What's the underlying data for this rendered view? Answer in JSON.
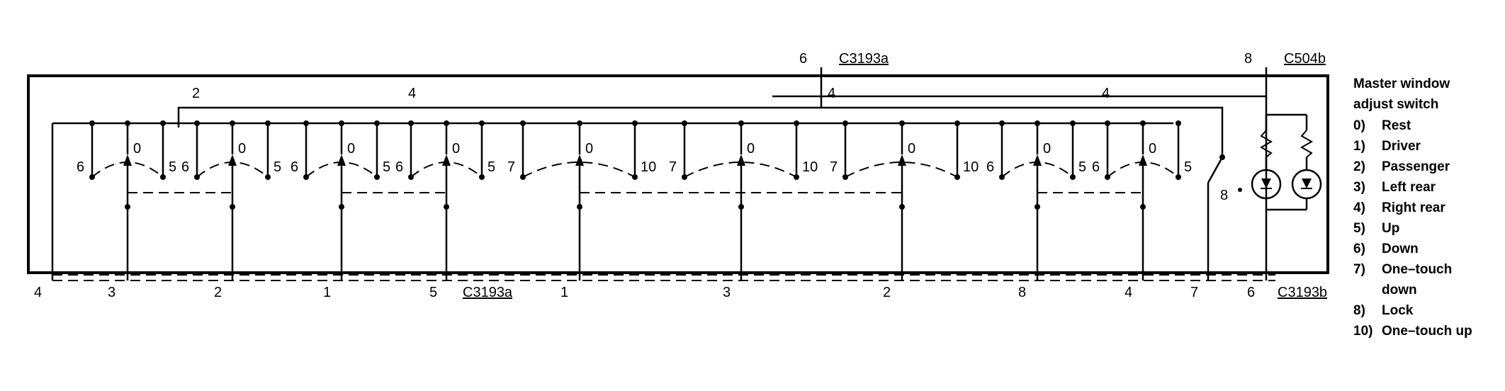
{
  "connectors": {
    "top_a_pin": "6",
    "top_a_name": "C3193a",
    "top_b_pin": "8",
    "top_b_name": "C504b",
    "bottom_a_name": "C3193a",
    "bottom_b_name": "C3193b"
  },
  "bus_labels": [
    "2",
    "4",
    "4",
    "4"
  ],
  "switch_labels": {
    "six": "6",
    "zero": "0",
    "five": "5",
    "seven": "7",
    "ten": "10",
    "eight": "8"
  },
  "bottom_pins": [
    "4",
    "3",
    "2",
    "1",
    "5",
    "1",
    "3",
    "2",
    "8",
    "4",
    "7",
    "6"
  ],
  "legend": {
    "title_line1": "Master window",
    "title_line2": "adjust switch",
    "items": [
      {
        "num": "0)",
        "label": "Rest"
      },
      {
        "num": "1)",
        "label": "Driver"
      },
      {
        "num": "2)",
        "label": "Passenger"
      },
      {
        "num": "3)",
        "label": "Left rear"
      },
      {
        "num": "4)",
        "label": "Right rear"
      },
      {
        "num": "5)",
        "label": "Up"
      },
      {
        "num": "6)",
        "label": "Down"
      },
      {
        "num": "7)",
        "label": "One–touch"
      },
      {
        "num": "",
        "label": "down"
      },
      {
        "num": "8)",
        "label": "Lock"
      },
      {
        "num": "10)",
        "label": "One–touch up"
      }
    ]
  }
}
